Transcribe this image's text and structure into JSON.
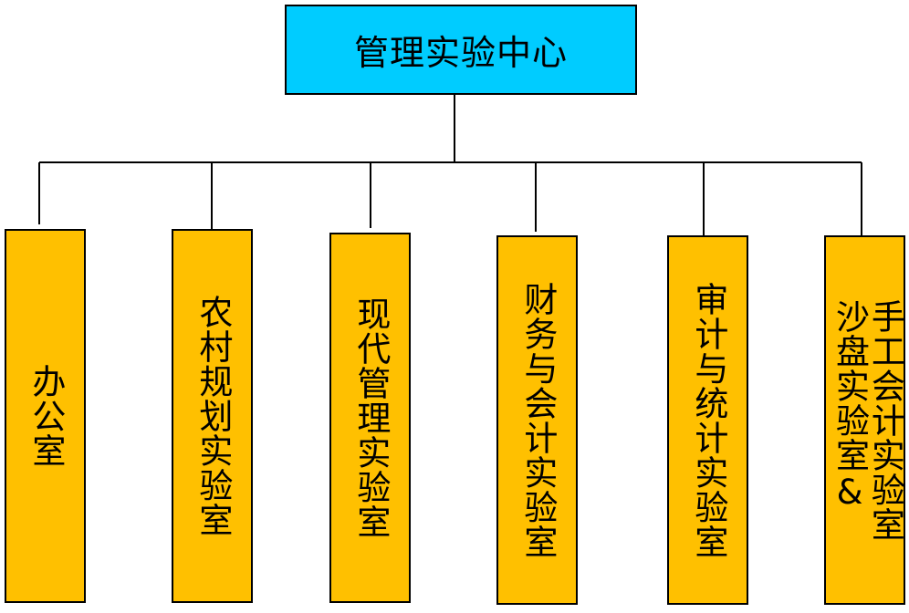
{
  "root": {
    "label": "管理实验中心"
  },
  "children": [
    {
      "label": "办公室"
    },
    {
      "label": "农村规划实验室"
    },
    {
      "label": "现代管理实验室"
    },
    {
      "label": "财务与会计实验室"
    },
    {
      "label": "审计与统计实验室"
    },
    {
      "label": "手工会计实验室\n沙盘实验室&"
    }
  ],
  "colors": {
    "root_fill": "#00ccff",
    "child_fill": "#ffc000",
    "line": "#000000"
  }
}
